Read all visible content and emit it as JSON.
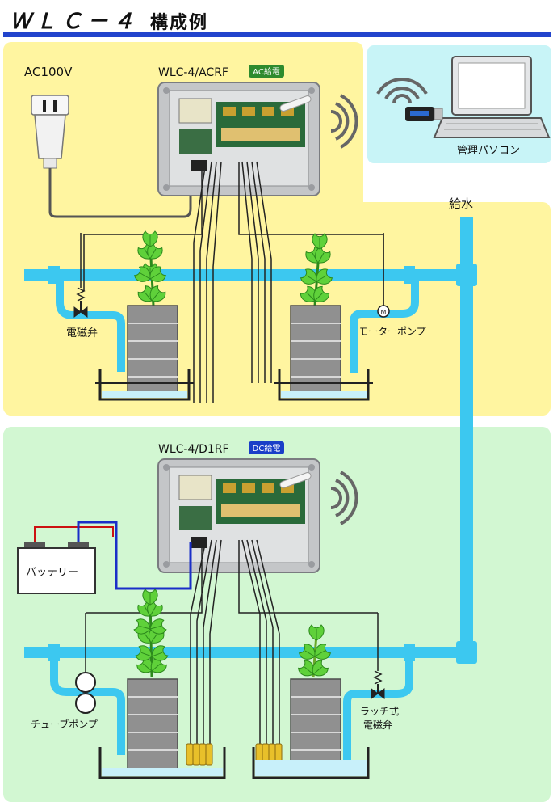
{
  "title": {
    "main": "ＷＬＣ－４",
    "sub": "構成例"
  },
  "top": {
    "power": "AC100V",
    "controller": "WLC-4/ACRF",
    "badge": "AC給電",
    "badge_color": "#2e8b2e",
    "pc": "管理パソコン",
    "water": "給水",
    "valve": "電磁弁",
    "pump": "モーターポンプ"
  },
  "bottom": {
    "controller": "WLC-4/D1RF",
    "badge": "DC給電",
    "badge_color": "#1a3fc8",
    "battery": "バッテリー",
    "tube_pump": "チューブポンプ",
    "latch_valve_1": "ラッチ式",
    "latch_valve_2": "電磁弁"
  },
  "colors": {
    "top_bg": "#fff5a0",
    "bottom_bg": "#d2f7d2",
    "pc_bg": "#c8f4f7",
    "pipe": "#3cc8f0",
    "rule": "#2244cc"
  }
}
